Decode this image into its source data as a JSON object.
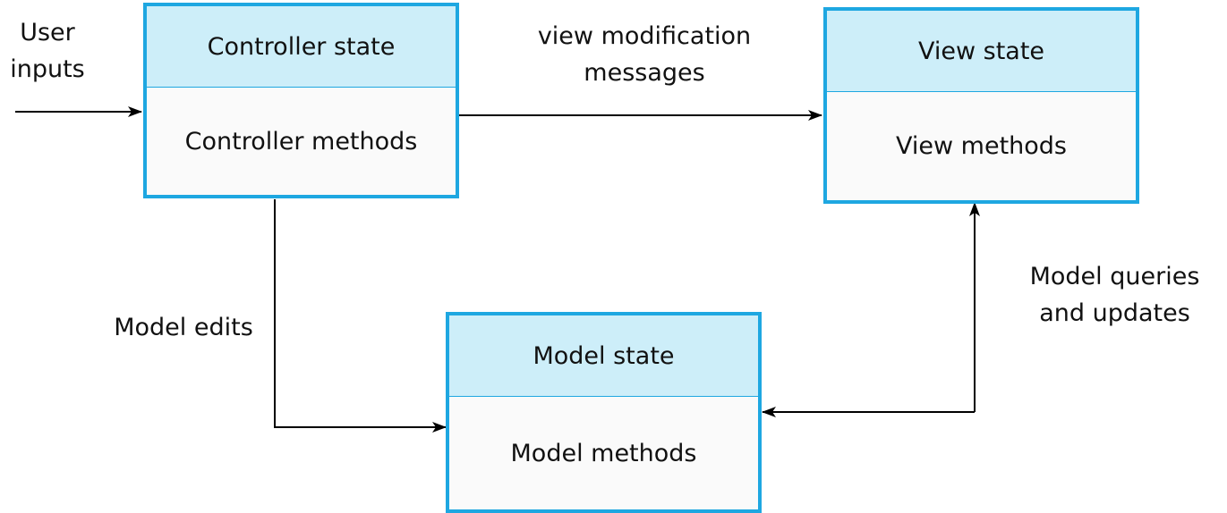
{
  "boxes": {
    "controller": {
      "state": "Controller state",
      "methods": "Controller methods"
    },
    "view": {
      "state": "View state",
      "methods": "View methods"
    },
    "model": {
      "state": "Model state",
      "methods": "Model methods"
    }
  },
  "labels": {
    "user_inputs_line1": "User",
    "user_inputs_line2": "inputs",
    "view_mod_line1": "view modification",
    "view_mod_line2": "messages",
    "model_edits": "Model edits",
    "model_queries_line1": "Model queries",
    "model_queries_line2": "and updates"
  },
  "colors": {
    "box_border": "#1ea7e1",
    "box_header": "#cdeef9",
    "arrow": "#000000"
  }
}
